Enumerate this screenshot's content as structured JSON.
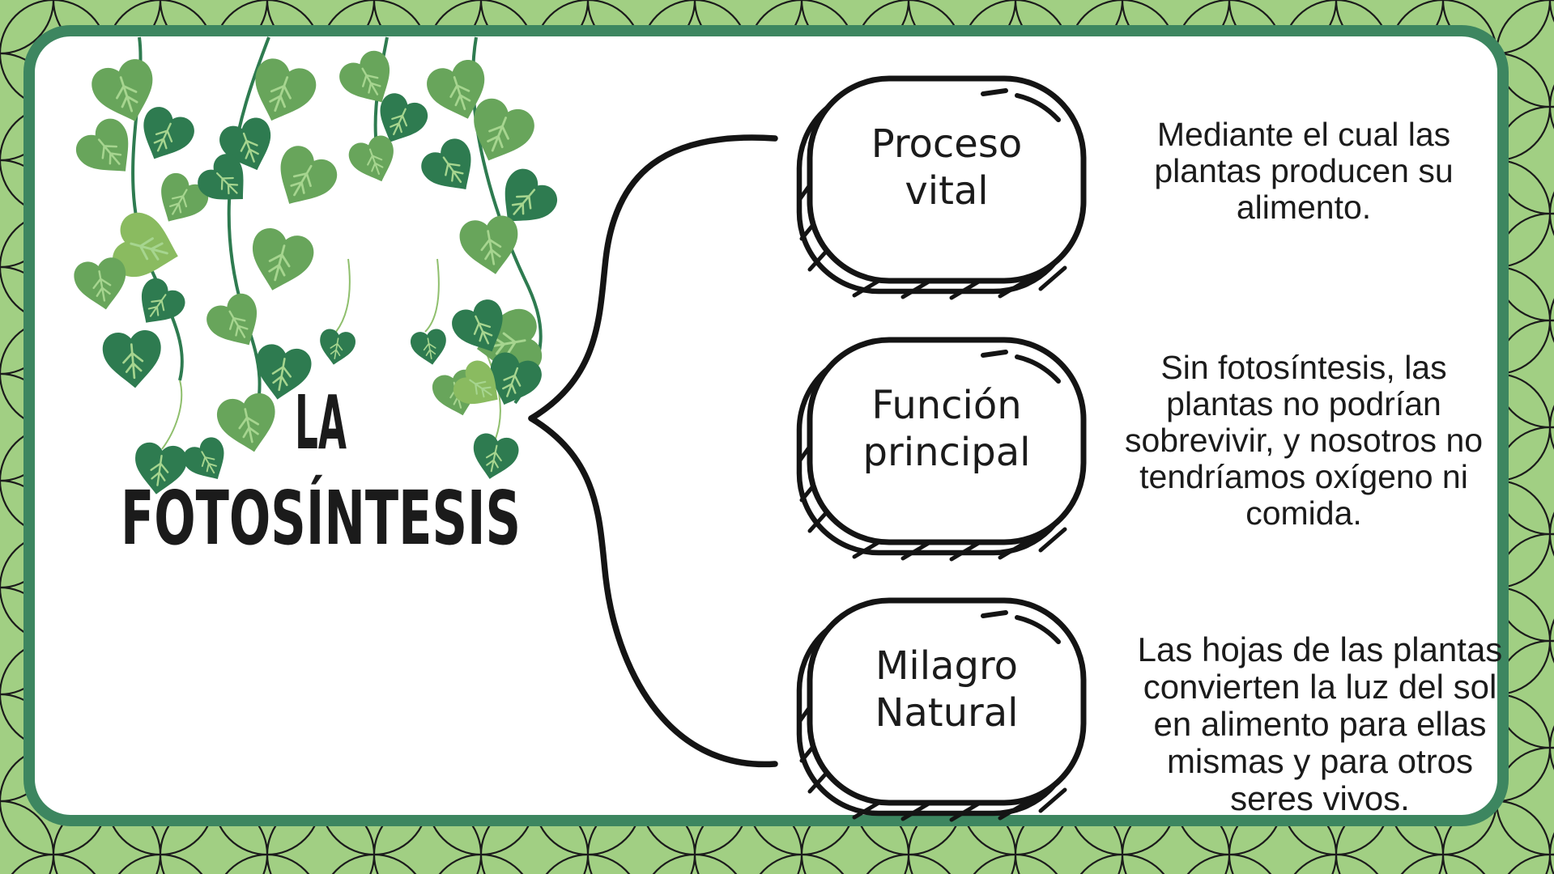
{
  "title": {
    "line1": "LA",
    "line2": "FOTOSÍNTESIS"
  },
  "nodes": [
    {
      "label": "Proceso\nvital",
      "description": "Mediante el cual las\nplantas producen su\nalimento."
    },
    {
      "label": "Función\nprincipal",
      "description": "Sin fotosíntesis, las\nplantas no podrían\nsobrevivir, y nosotros no\ntendríamos oxígeno ni\ncomida."
    },
    {
      "label": "Milagro\nNatural",
      "description": "Las hojas de las plantas\nconvierten la luz del sol\nen alimento para ellas\nmismas y para otros\nseres vivos."
    }
  ],
  "icons": [
    "vine-leaves-illustration",
    "curly-brace-icon",
    "doodle-bubble-icon",
    "circle-scallop-pattern"
  ],
  "colors": {
    "pattern_background": "#a1cf83",
    "pattern_line": "#1b1b1b",
    "frame_green": "#3d8660",
    "card_background": "#ffffff",
    "ink_black": "#1b1b1b",
    "leaf_medium": "#68a55b",
    "leaf_dark": "#2e7b50",
    "leaf_light": "#8abb60",
    "leaf_vein": "#a6d58f"
  }
}
